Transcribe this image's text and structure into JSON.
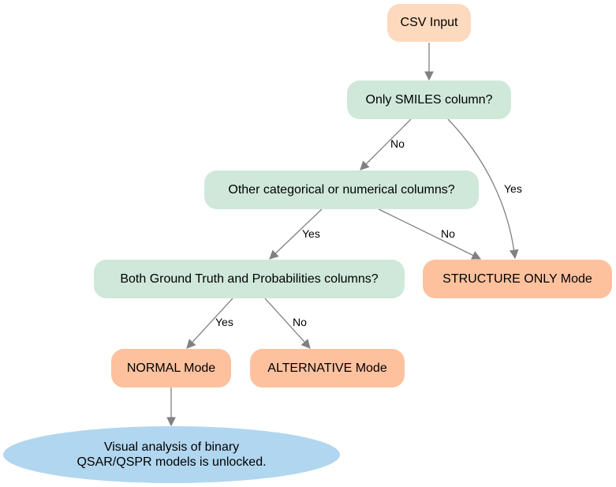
{
  "nodes": {
    "csv_input": "CSV Input",
    "only_smiles": "Only SMILES column?",
    "other_columns": "Other categorical or numerical columns?",
    "both_columns": "Both Ground Truth and Probabilities columns?",
    "structure_only": "STRUCTURE ONLY Mode",
    "normal_mode": "NORMAL Mode",
    "alternative_mode": "ALTERNATIVE Mode",
    "result_line1": "Visual analysis of binary",
    "result_line2": "QSAR/QSPR models is unlocked."
  },
  "edge_labels": {
    "smiles_no": "No",
    "smiles_yes": "Yes",
    "other_yes": "Yes",
    "other_no": "No",
    "both_yes": "Yes",
    "both_no": "No"
  },
  "colors": {
    "start": "#fdd9bd",
    "decision": "#cfe8da",
    "mode": "#fdc19e",
    "result": "#b1d6ef",
    "edge": "#808080"
  }
}
